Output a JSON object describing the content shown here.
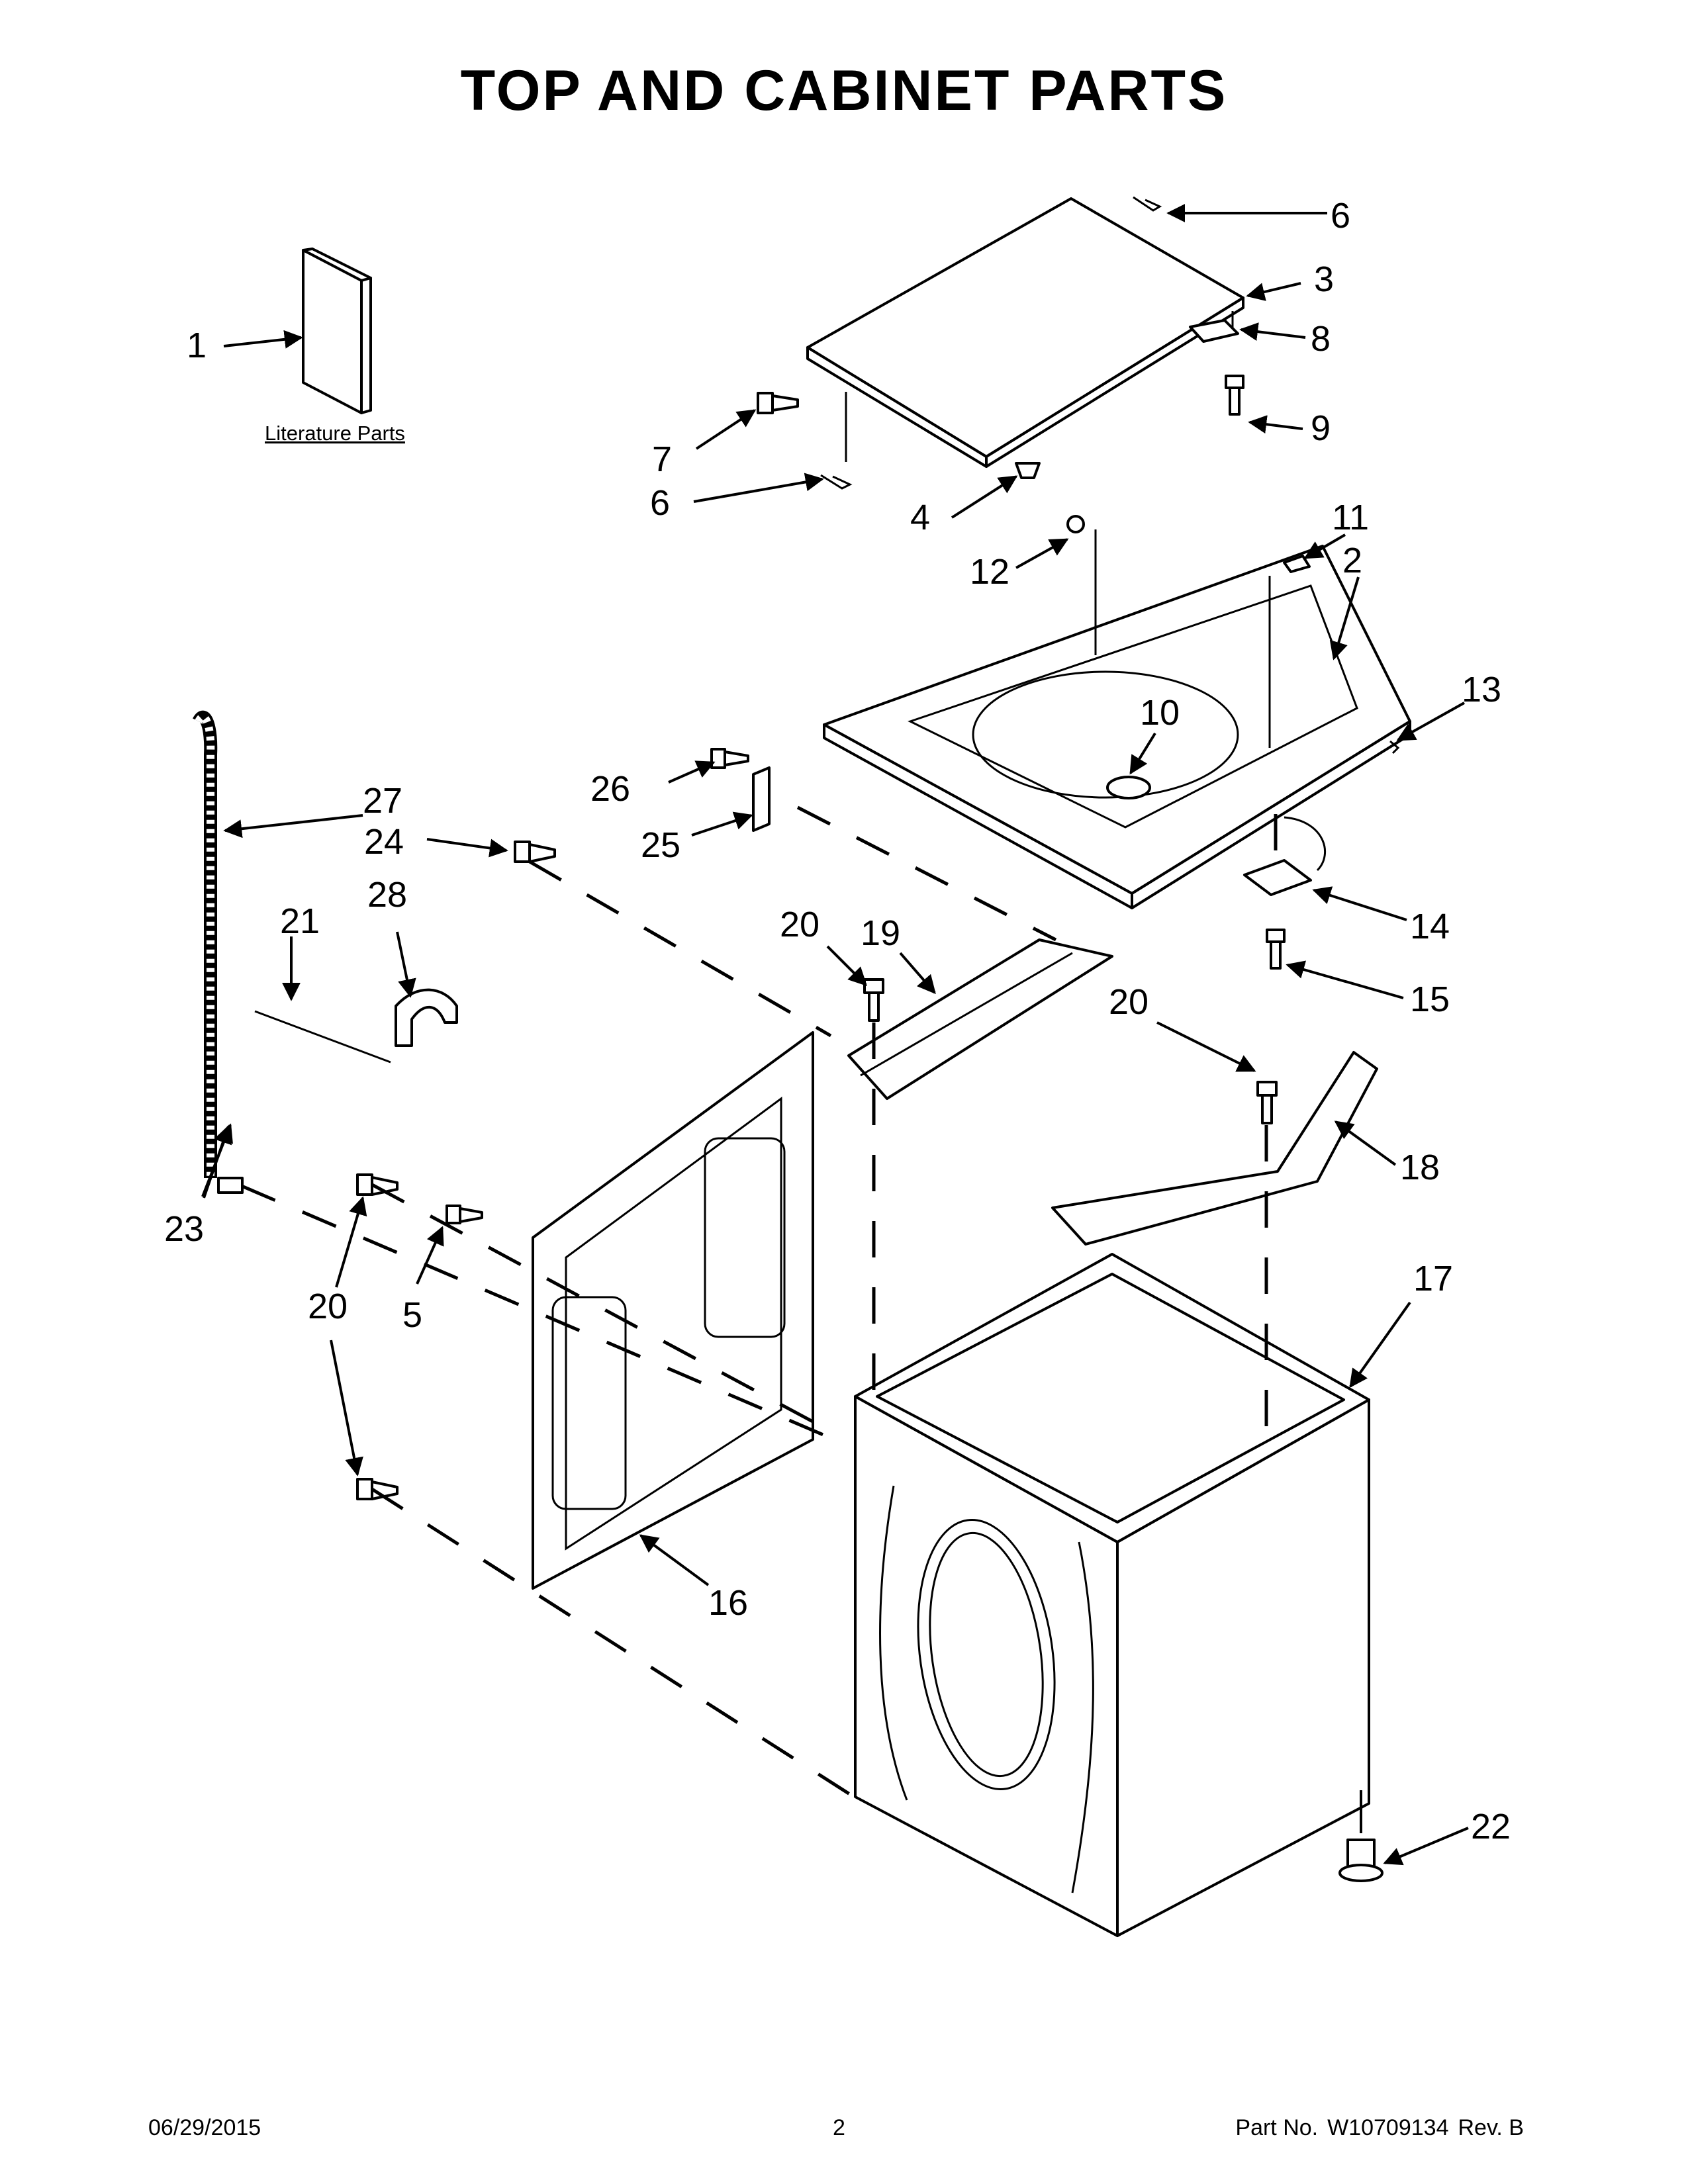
{
  "title": "TOP AND CABINET PARTS",
  "literature_label": "Literature Parts",
  "callouts": {
    "c1": "1",
    "c2": "2",
    "c3": "3",
    "c4": "4",
    "c5": "5",
    "c6a": "6",
    "c6b": "6",
    "c7": "7",
    "c8": "8",
    "c9": "9",
    "c10": "10",
    "c11": "11",
    "c12": "12",
    "c13": "13",
    "c14": "14",
    "c15": "15",
    "c16": "16",
    "c17": "17",
    "c18": "18",
    "c19": "19",
    "c20a": "20",
    "c20b": "20",
    "c20c": "20",
    "c21": "21",
    "c22": "22",
    "c23": "23",
    "c24": "24",
    "c25": "25",
    "c26": "26",
    "c27": "27",
    "c28": "28"
  },
  "footer": {
    "date": "06/29/2015",
    "page": "2",
    "part_label": "Part No.",
    "part_number": "W10709134",
    "revision": "Rev. B"
  }
}
